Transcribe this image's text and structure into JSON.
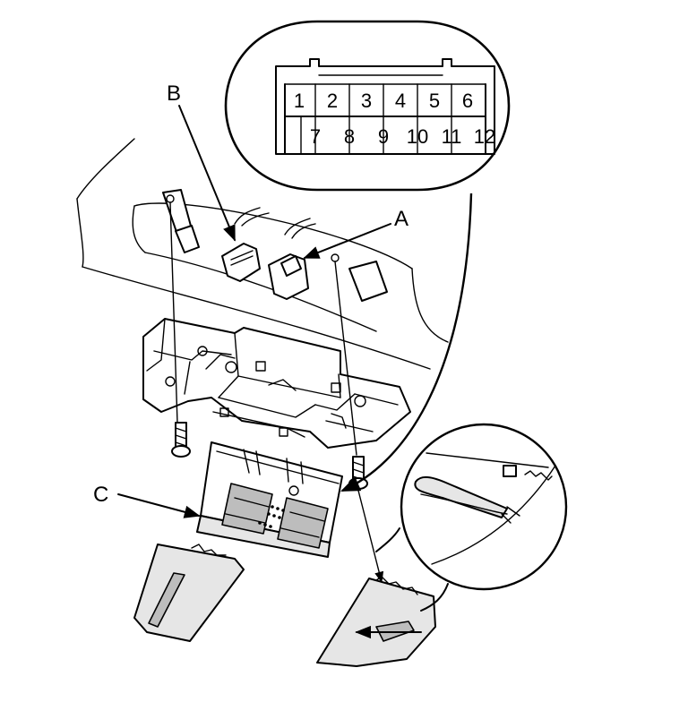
{
  "callouts": {
    "a": "A",
    "b": "B",
    "c": "C"
  },
  "connector": {
    "top_row": [
      "1",
      "2",
      "3",
      "4",
      "5",
      "6"
    ],
    "bottom_row": [
      "7",
      "8",
      "9",
      "10",
      "11",
      "12"
    ]
  }
}
